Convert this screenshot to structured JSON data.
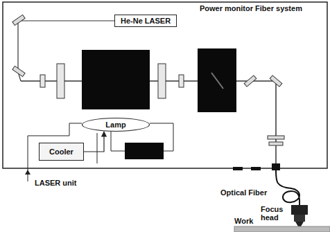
{
  "diagram": {
    "nodes": [
      {
        "text": [
          "He-Ne LASER"
        ]
      },
      {
        "text": [
          "Lamp"
        ]
      },
      {
        "text": [
          "Cooler"
        ]
      }
    ],
    "edges": [
      {
        "from": 2,
        "to": 1,
        "arrow": "to"
      }
    ],
    "labels": [
      "Power monitor Fiber system",
      "LASER unit",
      "Optical Fiber",
      "Focus head",
      "Work"
    ]
  }
}
